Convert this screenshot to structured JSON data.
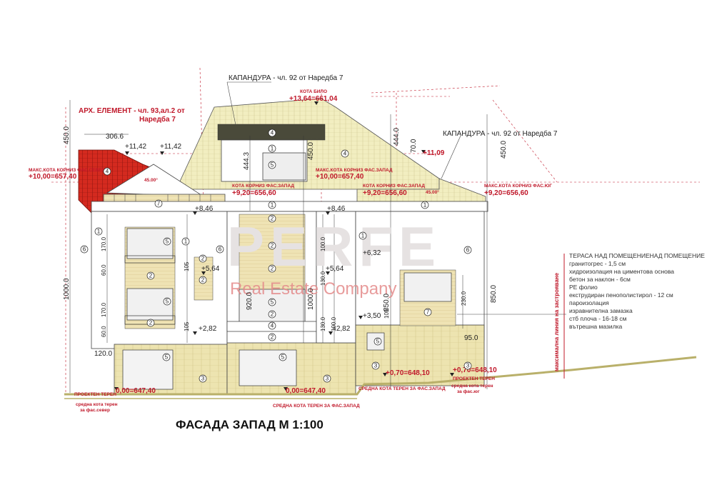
{
  "title": "ФАСАДА ЗАПАД М 1:100",
  "watermark": {
    "brand": "PERFE",
    "tagline": "Real Estate Company"
  },
  "callouts": {
    "kapandura_top": "КАПАНДУРА - чл. 92 от Наредба 7",
    "kapandura_right": "КАПАНДУРА - чл. 92 от Наредба 7",
    "arch_element_line1": "АРХ. ЕЛЕМЕНТ - чл. 93,ал.2 от",
    "arch_element_line2": "Наредба 7"
  },
  "levels": {
    "ridge_label": "КОТА БИЛО",
    "ridge_value": "+13,64=661,04",
    "north_label": "МАКС.КОТА КОРНИЗ ФАС.СЕВЕР",
    "north_value": "+10,00=657,40",
    "west_label_a": "МАКС.КОТА КОРНИЗ ФАС.ЗАПАД",
    "west_value_a": "+10,00=657,40",
    "cornice_label_left": "КОТА КОРНИЗ ФАС.ЗАПАД",
    "cornice_value_left": "+9,20=656,60",
    "cornice_label_mid": "КОТА КОРНИЗ ФАС.ЗАПАД",
    "cornice_value_mid": "+9,20=656,60",
    "south_label": "МАКС.КОТА КОРНИЗ ФАС.ЮГ",
    "south_value": "+9,20=656,60",
    "lvl_1142a": "+11,42",
    "lvl_1142b": "+11,42",
    "lvl_1109": "+11,09",
    "lvl_846a": "+8,46",
    "lvl_846b": "+8,46",
    "lvl_632": "+6,32",
    "lvl_564a": "+5,64",
    "lvl_564b": "+5,64",
    "lvl_350": "+3,50",
    "lvl_282a": "+2,82",
    "lvl_282b": "+2,82",
    "lvl_070a": "+0,70=648,10",
    "lvl_070b": "+0,70=648,10",
    "lvl_000a": "0,00=647,40",
    "lvl_000b": "0,00=647,40"
  },
  "dimensions": {
    "d450_left": "450.0",
    "d306": "306.6",
    "d1000_left": "1000.0",
    "d170a": "170.0",
    "d60a": "60.0",
    "d170b": "170.0",
    "d60b": "60.0",
    "d120": "120.0",
    "d105a": "105",
    "d105b": "105",
    "d4443": "444.3",
    "d450_mid": "450.0",
    "d920": "920.0",
    "d1000_mid": "1000.0",
    "d100a": "100.0",
    "d130a": "130.0",
    "d130b": "130.0",
    "d100b": "100.0",
    "d444": "444.0",
    "d850_mid": "850.0",
    "d105c": "105",
    "d700": "70.0",
    "d230": "230.0",
    "d950": "95.0",
    "d450_right": "450.0",
    "d850_right": "850.0",
    "angle_a": "45.00°",
    "angle_b": "45.00°"
  },
  "ground": {
    "design_terrain_left": "ПРОЕКТЕН ТЕРЕН",
    "design_terrain_right": "ПРОЕКТЕН ТЕРЕН",
    "avg_north_1": "средна кота терен",
    "avg_north_2": "за фас.север",
    "avg_west_bottom": "СРЕДНА КОТА ТЕРЕН ЗА ФАС.ЗАПАД",
    "avg_west_mid": "СРЕДНА КОТА ТЕРЕН ЗА ФАС.ЗАПАД",
    "avg_south_1": "средна кота терен",
    "avg_south_2": "за фас.юг"
  },
  "side_label": "максимална линия на застрояване",
  "terrace_notes": {
    "heading": "ТЕРАСА НАД ПОМЕЩЕНИЕНАД ПОМЕЩЕНИЕ",
    "layers": [
      "гранитогрес - 1,5 см",
      "хидроизолация на циментова основа",
      "бетон за наклон - 6см",
      "PE фолио",
      "екструдиран пенополистирол - 12 см",
      "пароизолация",
      "изравнителна замазка",
      "стб плоча - 16-18 см",
      "вътрешна мазилка"
    ]
  },
  "markers": {
    "m1": "1",
    "m2": "2",
    "m3": "3",
    "m4": "4",
    "m5": "5",
    "m6": "6",
    "m7": "7"
  },
  "colors": {
    "roof_fill": "#f2eec0",
    "red_roof": "#d42a1f",
    "wall_fill": "#ffffff",
    "stone_fill": "#e8dfa8",
    "ground_line": "#b9b06a",
    "annotation_red": "#c0182a",
    "window_fill": "#eeeeee"
  }
}
